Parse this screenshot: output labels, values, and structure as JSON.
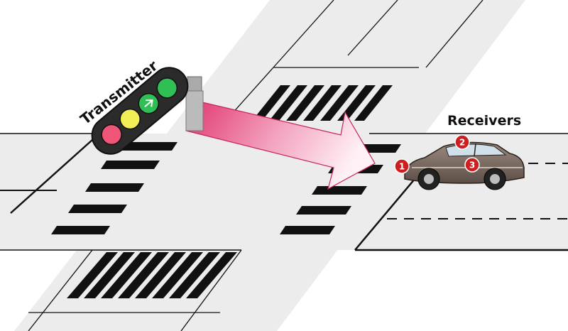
{
  "labels": {
    "transmitter": "Transmitter",
    "receivers": "Receivers"
  },
  "receiver_markers": [
    "1",
    "2",
    "3"
  ],
  "colors": {
    "road": "#ececec",
    "road_edge": "#111111",
    "stripe": "#111111",
    "arrow_start": "#e0336c",
    "arrow_end": "#ffe6ee",
    "signal_body": "#2b2b2b",
    "lamp_red": "#ee5577",
    "lamp_yellow": "#f2ee55",
    "lamp_green": "#2fbf55",
    "marker": "#cc1f1f",
    "car_body": "#7a6a60",
    "car_glass": "#cfe0ea"
  },
  "icons": {
    "signal": "traffic-light-icon",
    "vehicle": "car-icon",
    "link": "arrow-icon"
  }
}
